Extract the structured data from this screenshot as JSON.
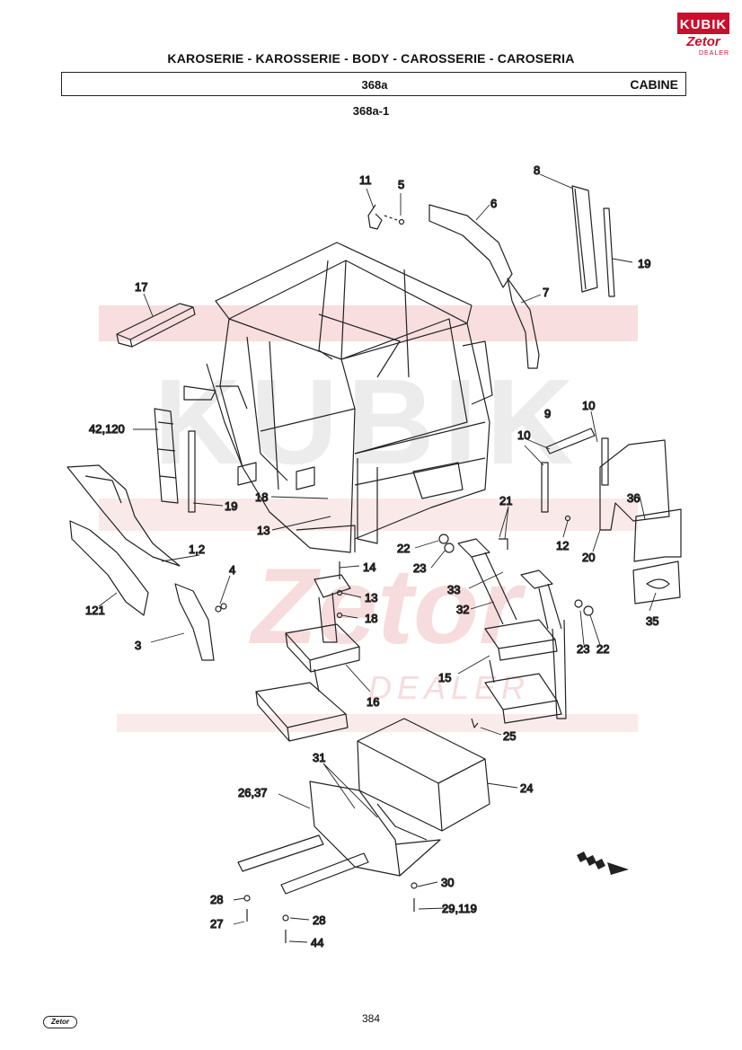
{
  "header": {
    "title": "KAROSERIE - KAROSSERIE - BODY - CAROSSERIE - CAROSERIA",
    "section_number": "368a",
    "section_name": "CABINE",
    "subsection": "368a-1"
  },
  "branding": {
    "top_logo_text": "KUBIK",
    "top_logo_sub": "Zetor",
    "top_logo_dealer": "DEALER",
    "watermark_text": "KUBIK",
    "watermark_sub": "Zetor",
    "watermark_dealer": "DEALER",
    "footer_logo": "Zetor",
    "brand_red": "#c8102e",
    "watermark_tint": "#f6d6d6",
    "watermark_gray": "#e9e9e9"
  },
  "page_number": "384",
  "callouts": {
    "c11": "11",
    "c5": "5",
    "c6": "6",
    "c8": "8",
    "c19a": "19",
    "c7": "7",
    "c17": "17",
    "c42_120": "42,120",
    "c10a": "10",
    "c9": "9",
    "c10b": "10",
    "c19b": "19",
    "c18a": "18",
    "c13a": "13",
    "c21": "21",
    "c36": "36",
    "c1_2": "1,2",
    "c22a": "22",
    "c23a": "23",
    "c12": "12",
    "c20": "20",
    "c4": "4",
    "c14": "14",
    "c33": "33",
    "c32": "32",
    "c13b": "13",
    "c18b": "18",
    "c121": "121",
    "c35": "35",
    "c3": "3",
    "c23b": "23",
    "c22b": "22",
    "c15": "15",
    "c16": "16",
    "c25": "25",
    "c31": "31",
    "c24": "24",
    "c26_37": "26,37",
    "c30": "30",
    "c28a": "28",
    "c29_119": "29,119",
    "c27": "27",
    "c28b": "28",
    "c44": "44"
  }
}
